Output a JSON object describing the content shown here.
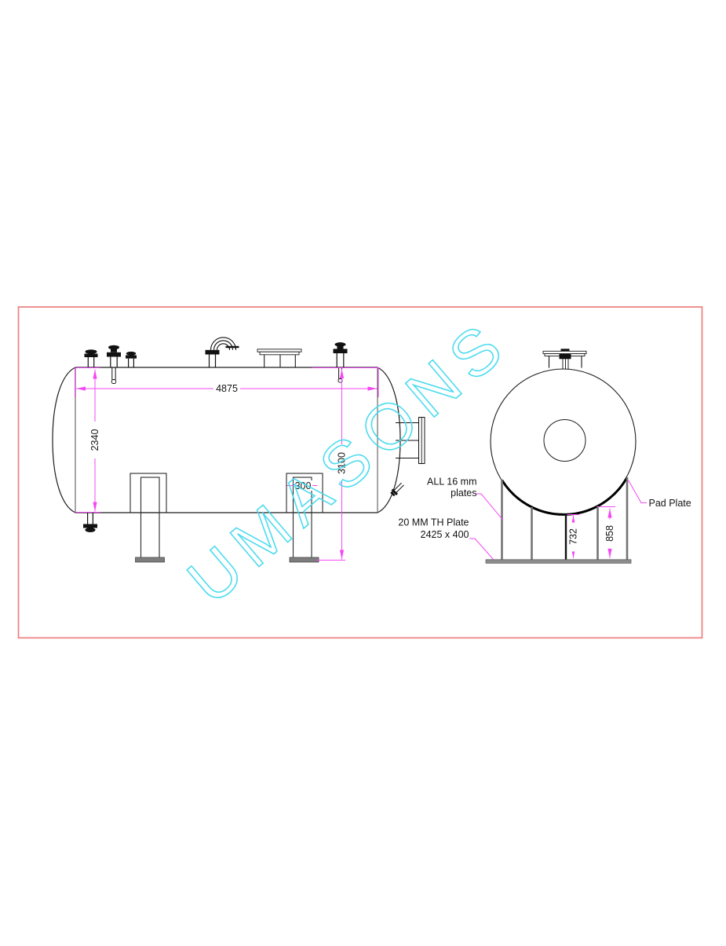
{
  "drawing": {
    "title": "horizontal storage tank fabrication drawing",
    "watermark": "UMASONS",
    "side_view": {
      "dim_shell_length": "4875",
      "dim_diameter": "2340",
      "dim_overall_height": "3100",
      "dim_support_width": "300"
    },
    "end_view": {
      "dim_center_plate_height": "732",
      "dim_inner_plate_height": "858"
    },
    "notes": {
      "plates_note_line1": "ALL 16 mm",
      "plates_note_line2": "plates",
      "base_plate_note_line1": "20 MM TH Plate",
      "base_plate_note_line2": "2425 x 400",
      "pad_plate_label": "Pad Plate"
    },
    "colors": {
      "dimension_magenta": "#f447f4",
      "watermark_cyan": "#45daee",
      "border_red": "#ee7e7e",
      "plate_gray": "#8c8c8c"
    }
  }
}
